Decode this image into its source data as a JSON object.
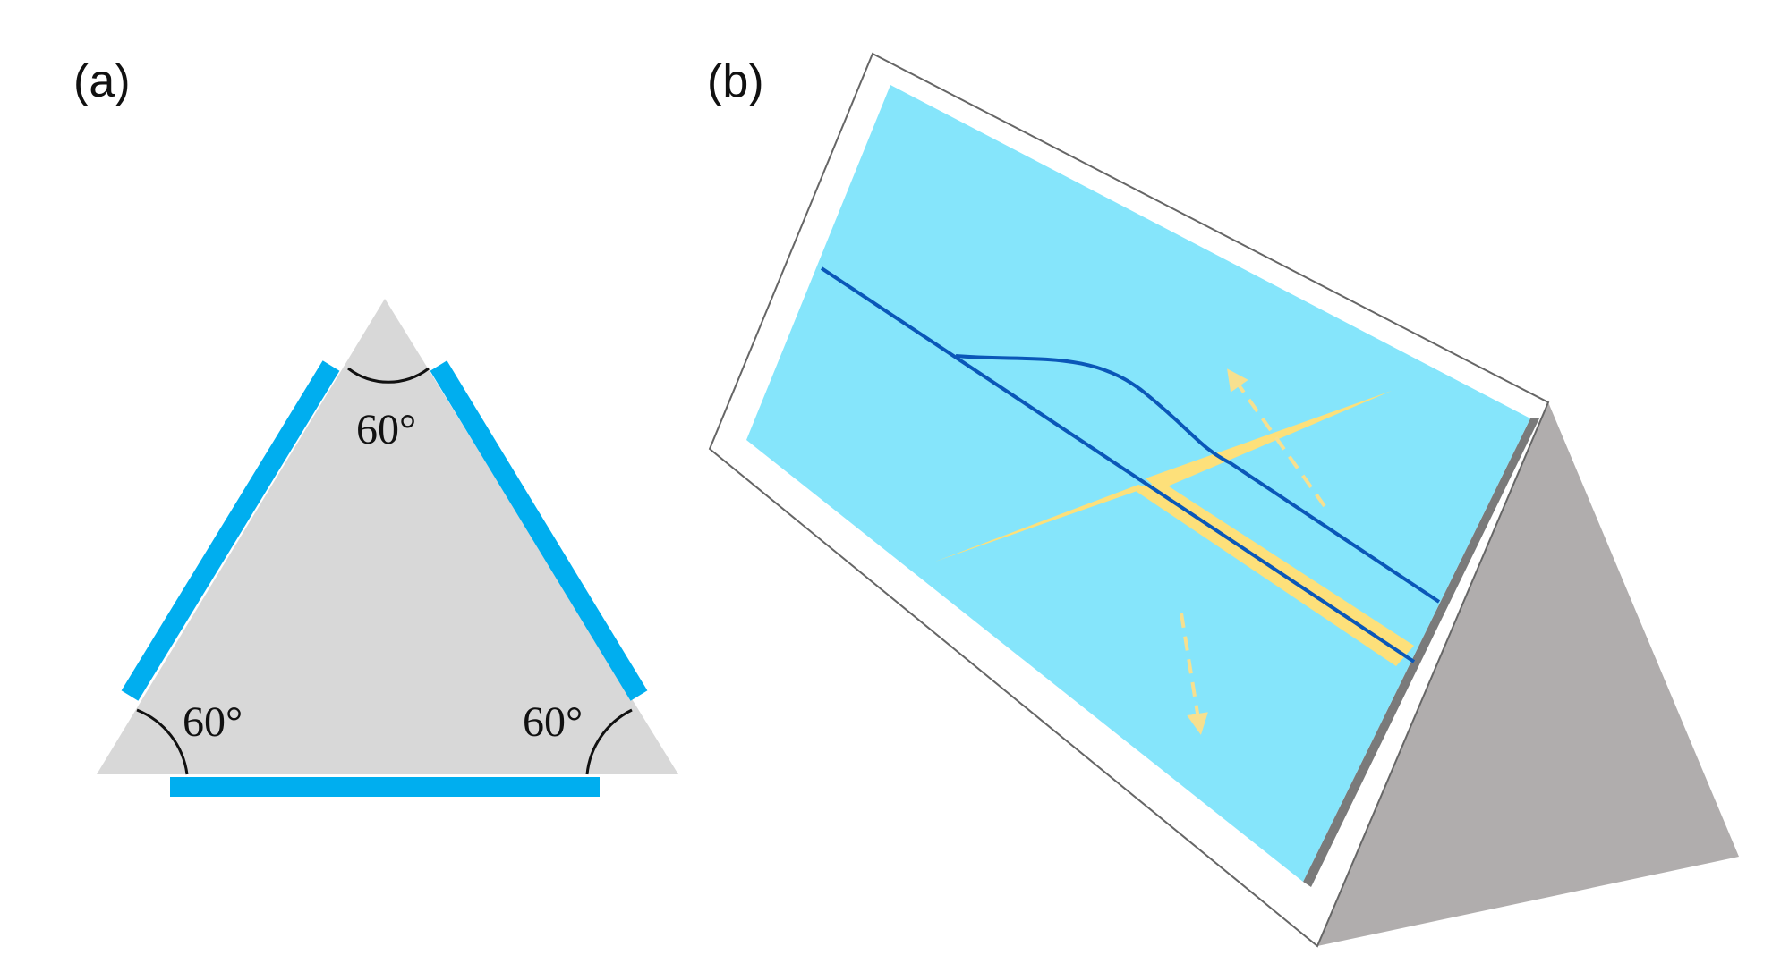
{
  "panels": {
    "a": {
      "label": "(a)",
      "angles": [
        "60°",
        "60°",
        "60°"
      ],
      "colors": {
        "background_triangle": "#d8d8d8",
        "mirror_strip": "#00aeef",
        "arc": "#111111"
      }
    },
    "b": {
      "label": "(b)",
      "colors": {
        "frame": "#ffffff",
        "frame_outline": "#666666",
        "screen": "#85e5fb",
        "screen_edge": "#7a7a7a",
        "prism_side": "#b0adad",
        "waveguide_line": "#0a57b8",
        "beam": "#fde07a",
        "dashed_arrow": "#f7e08f"
      }
    }
  }
}
